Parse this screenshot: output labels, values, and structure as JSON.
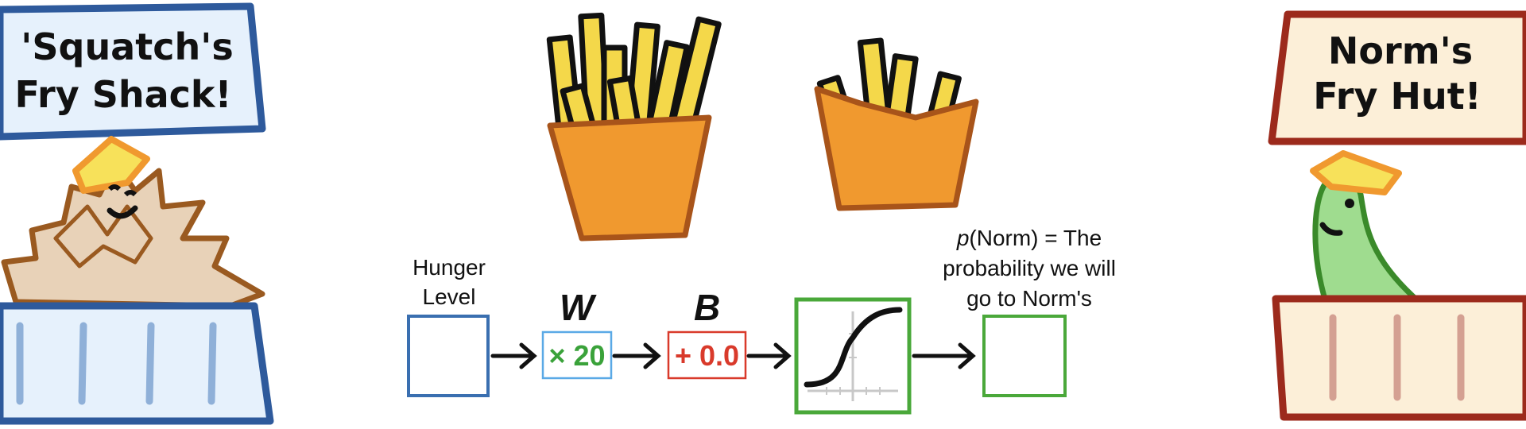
{
  "left_sign": {
    "line1": "'Squatch's",
    "line2": "Fry Shack!"
  },
  "right_sign": {
    "line1": "Norm's",
    "line2": "Fry Hut!"
  },
  "input_label": {
    "line1": "Hunger",
    "line2": "Level"
  },
  "weight": {
    "symbol": "W",
    "text": "× 20"
  },
  "bias": {
    "symbol": "B",
    "text": "+ 0.0"
  },
  "output_label": {
    "p": "p",
    "line1_rest": "(Norm) = The",
    "line2": "probability we will",
    "line3": "go to Norm's"
  },
  "colors": {
    "input_box": "#3a6fb0",
    "weight_box": "#5aa9e6",
    "weight_text": "#3aa23a",
    "bias_box": "#d93a2b",
    "bias_text": "#d93a2b",
    "activation_box": "#4aa83a",
    "output_box": "#4aa83a",
    "fries": "#f4d84a",
    "fry_box": "#f0992f",
    "left_booth": "#2e5a9c",
    "right_booth": "#9c2a1c"
  },
  "icons": [
    "squatch-icon",
    "norm-icon",
    "fries-icon",
    "sigmoid-icon",
    "arrow-icon"
  ]
}
